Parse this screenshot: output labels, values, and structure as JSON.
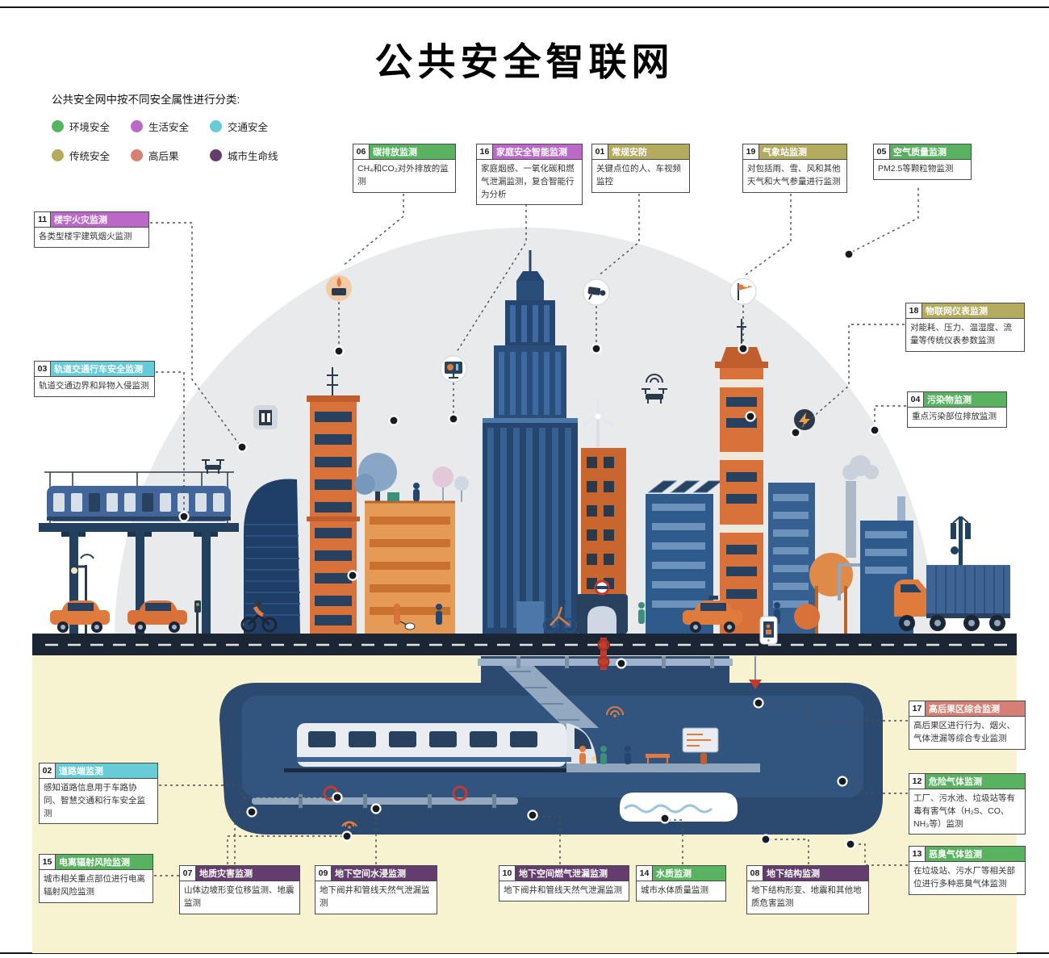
{
  "title": "公共安全智联网",
  "legend": {
    "caption": "公共安全网中按不同安全属性进行分类:",
    "items": [
      {
        "label": "环境安全",
        "color": "#58b25f"
      },
      {
        "label": "生活安全",
        "color": "#bb68c8"
      },
      {
        "label": "交通安全",
        "color": "#67ccd8"
      },
      {
        "label": "传统安全",
        "color": "#b3ab5e"
      },
      {
        "label": "高后果",
        "color": "#d87f75"
      },
      {
        "label": "城市生命线",
        "color": "#643c6e"
      }
    ]
  },
  "colors": {
    "green": "#58b25f",
    "magenta": "#bb68c8",
    "cyan": "#67ccd8",
    "olive": "#b3ab5e",
    "salmon": "#d87f75",
    "dark_purple": "#643c6e",
    "orange": "#e07b3e",
    "navy": "#24456e",
    "road": "#1c2534",
    "soil": "#f7f2d0",
    "dome": "#e9eaec"
  },
  "icons": [
    "gas-stove-icon",
    "monitor-icon",
    "cctv-camera-icon",
    "windsock-icon",
    "lightning-icon",
    "elevator-icon",
    "smartphone-icon",
    "drone-icon",
    "wifi-icon",
    "valve-icon",
    "sensor-node"
  ],
  "callouts": [
    {
      "num": "06",
      "title": "碳排放监测",
      "desc": "CH₄和CO₂对外排放的监测",
      "category": "环境安全"
    },
    {
      "num": "16",
      "title": "家庭安全智能监测",
      "desc": "家庭烟感、一氧化碳和燃气泄漏监测，复合智能行为分析",
      "category": "生活安全"
    },
    {
      "num": "01",
      "title": "常规安防",
      "desc": "关键点位的人、车视频监控",
      "category": "传统安全"
    },
    {
      "num": "19",
      "title": "气象站监测",
      "desc": "对包括雨、雪、风和其他天气和大气参量进行监测",
      "category": "传统安全"
    },
    {
      "num": "05",
      "title": "空气质量监测",
      "desc": "PM2.5等颗粒物监测",
      "category": "环境安全"
    },
    {
      "num": "11",
      "title": "楼宇火灾监测",
      "desc": "各类型楼宇建筑烟火监测",
      "category": "生活安全"
    },
    {
      "num": "18",
      "title": "物联网仪表监测",
      "desc": "对能耗、压力、温湿度、流量等传统仪表参数监测",
      "category": "传统安全"
    },
    {
      "num": "03",
      "title": "轨道交通行车安全监测",
      "desc": "轨道交通边界和异物入侵监测",
      "category": "交通安全"
    },
    {
      "num": "04",
      "title": "污染物监测",
      "desc": "重点污染部位排放监测",
      "category": "环境安全"
    },
    {
      "num": "17",
      "title": "高后果区综合监测",
      "desc": "高后果区进行行为、烟火、气体泄漏等综合专业监测",
      "category": "高后果"
    },
    {
      "num": "12",
      "title": "危险气体监测",
      "desc": "工厂、污水池、垃圾站等有毒有害气体（H₂S、CO、NH₃等）监测",
      "category": "环境安全"
    },
    {
      "num": "13",
      "title": "恶臭气体监测",
      "desc": "在垃圾站、污水厂等相关部位进行多种恶臭气体监测",
      "category": "环境安全"
    },
    {
      "num": "02",
      "title": "道路端监测",
      "desc": "感知道路信息用于车路协同、智慧交通和行车安全监测",
      "category": "交通安全"
    },
    {
      "num": "15",
      "title": "电离辐射风险监测",
      "desc": "城市相关重点部位进行电离辐射风险监测",
      "category": "环境安全"
    },
    {
      "num": "07",
      "title": "地质灾害监测",
      "desc": "山体边坡形变位移监测、地震监测",
      "category": "城市生命线"
    },
    {
      "num": "09",
      "title": "地下空间水浸监测",
      "desc": "地下阀井和管线天然气泄漏监测",
      "category": "城市生命线"
    },
    {
      "num": "10",
      "title": "地下空间燃气泄漏监测",
      "desc": "地下阀井和管线天然气泄漏监测",
      "category": "城市生命线"
    },
    {
      "num": "14",
      "title": "水质监测",
      "desc": "城市水体质量监测",
      "category": "环境安全"
    },
    {
      "num": "08",
      "title": "地下结构监测",
      "desc": "地下结构形变、地震和其他地质危害监测",
      "category": "城市生命线"
    }
  ]
}
